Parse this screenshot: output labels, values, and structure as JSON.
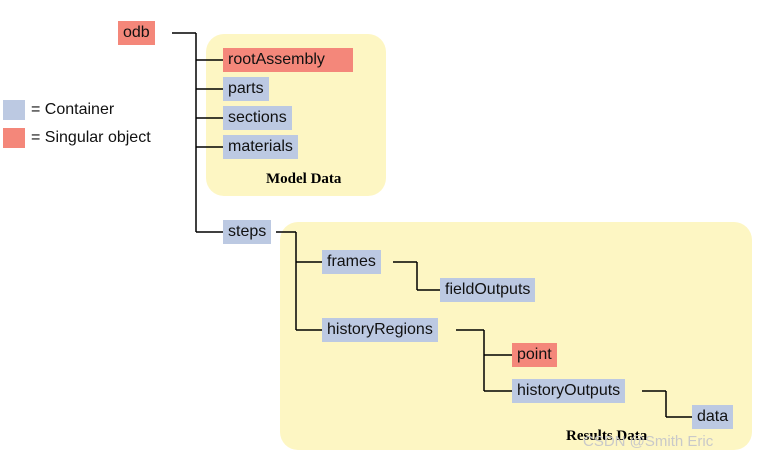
{
  "legend": {
    "container_label": "= Container",
    "singular_label": "= Singular object",
    "container_color": "#bcc9e2",
    "singular_color": "#f4877a"
  },
  "regions": {
    "model": "Model Data",
    "results": "Results Data"
  },
  "nodes": {
    "odb": "odb",
    "rootAssembly": "rootAssembly",
    "parts": "parts",
    "sections": "sections",
    "materials": "materials",
    "steps": "steps",
    "frames": "frames",
    "fieldOutputs": "fieldOutputs",
    "historyRegions": "historyRegions",
    "point": "point",
    "historyOutputs": "historyOutputs",
    "data": "data"
  },
  "watermark": "CSDN @Smith Eric"
}
